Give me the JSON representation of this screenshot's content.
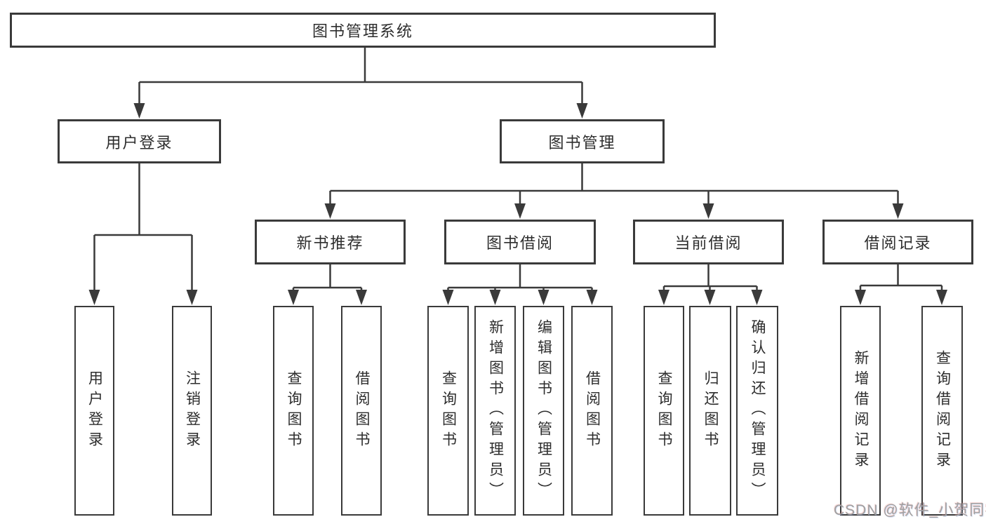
{
  "diagram": {
    "root": {
      "label": "图书管理系统"
    },
    "level2": [
      {
        "label": "用户登录"
      },
      {
        "label": "图书管理"
      }
    ],
    "level3": [
      {
        "label": "新书推荐"
      },
      {
        "label": "图书借阅"
      },
      {
        "label": "当前借阅"
      },
      {
        "label": "借阅记录"
      }
    ],
    "leaves": {
      "user_login": [
        {
          "label": "用户登录"
        },
        {
          "label": "注销登录"
        }
      ],
      "new_book": [
        {
          "label": "查询图书"
        },
        {
          "label": "借阅图书"
        }
      ],
      "book_borrow": [
        {
          "label": "查询图书"
        },
        {
          "label": "新增图书（管理员）"
        },
        {
          "label": "编辑图书（管理员）"
        },
        {
          "label": "借阅图书"
        }
      ],
      "current_borrow": [
        {
          "label": "查询图书"
        },
        {
          "label": "归还图书"
        },
        {
          "label": "确认归还（管理员）"
        }
      ],
      "borrow_record": [
        {
          "label": "新增借阅记录"
        },
        {
          "label": "查询借阅记录"
        }
      ]
    }
  },
  "watermark": {
    "text": "CSDN @软件_小贺同学"
  },
  "colors": {
    "line": "#3a3a3a",
    "text": "#2d2d2d",
    "box_background": "#ffffff",
    "page_background": "#ffffff",
    "watermark": "#a0a0a0"
  }
}
